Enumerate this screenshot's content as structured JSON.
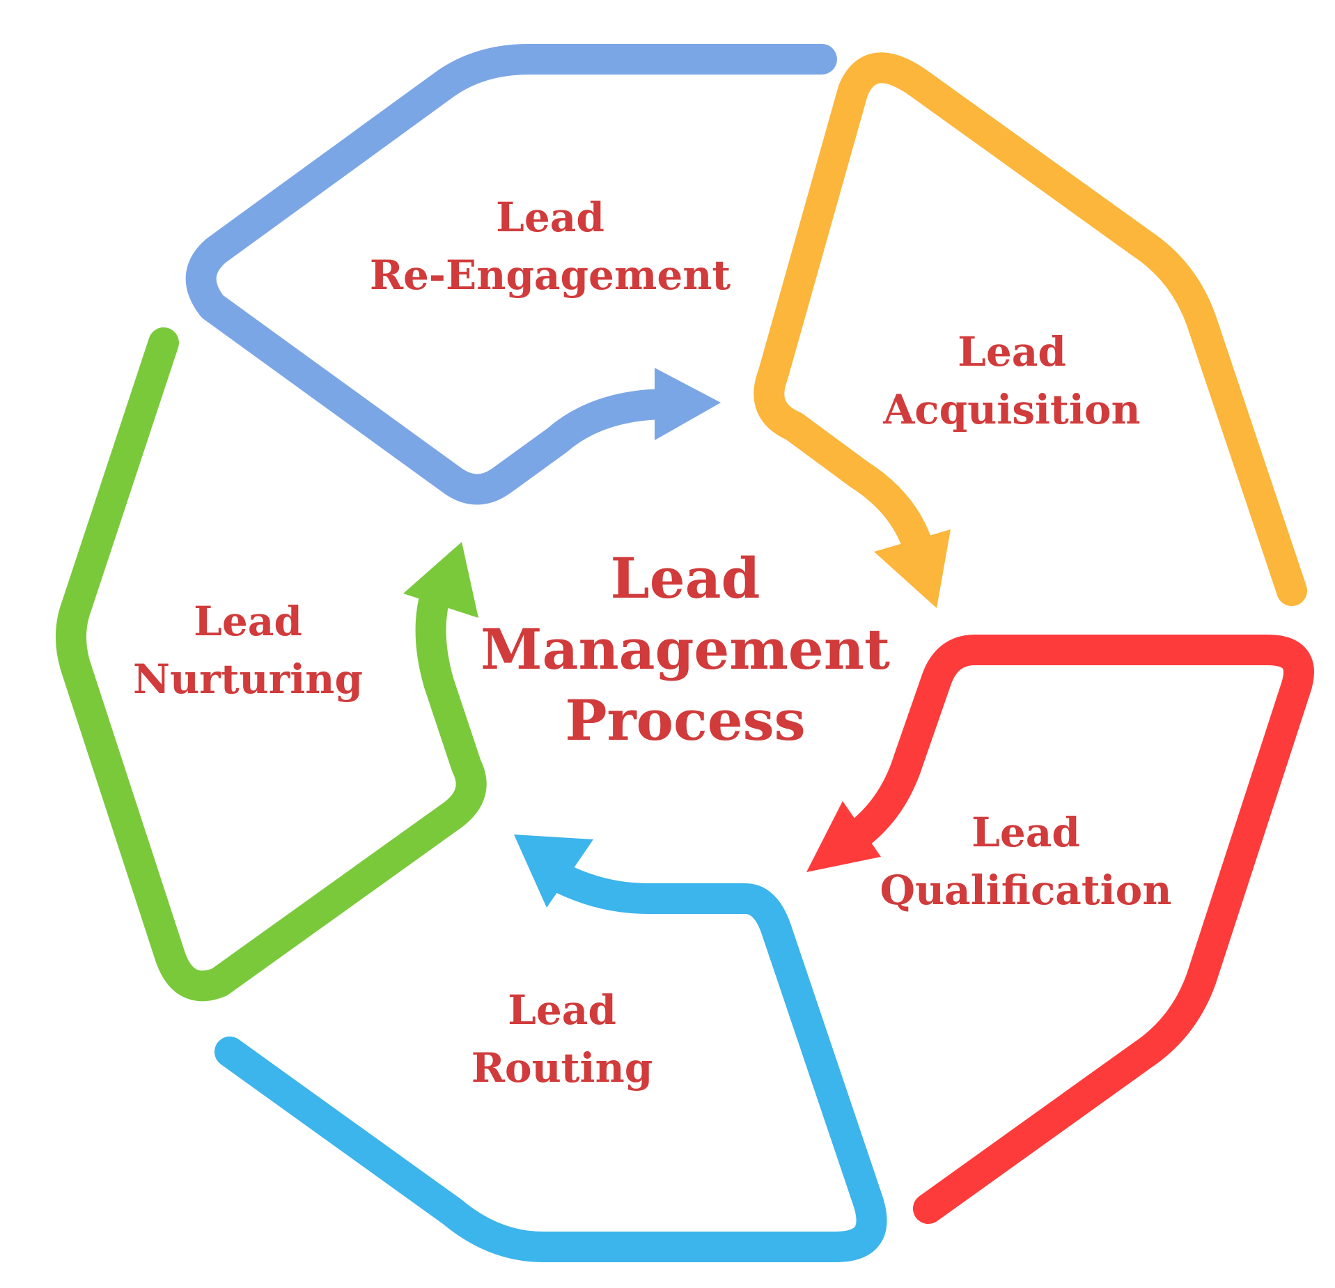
{
  "diagram": {
    "center": {
      "lines": [
        "Lead",
        "Management",
        "Process"
      ]
    },
    "stages": [
      {
        "id": "re-engagement",
        "lines": [
          "Lead",
          "Re-Engagement"
        ],
        "color": "#7ba6e6"
      },
      {
        "id": "acquisition",
        "lines": [
          "Lead",
          "Acquisition"
        ],
        "color": "#fbb63b"
      },
      {
        "id": "qualification",
        "lines": [
          "Lead",
          "Qualification"
        ],
        "color": "#fe3b3b"
      },
      {
        "id": "routing",
        "lines": [
          "Lead",
          "Routing"
        ],
        "color": "#3cb4ec"
      },
      {
        "id": "nurturing",
        "lines": [
          "Lead",
          "Nurturing"
        ],
        "color": "#7ac93b"
      }
    ],
    "text_color": "#d13b3b"
  }
}
